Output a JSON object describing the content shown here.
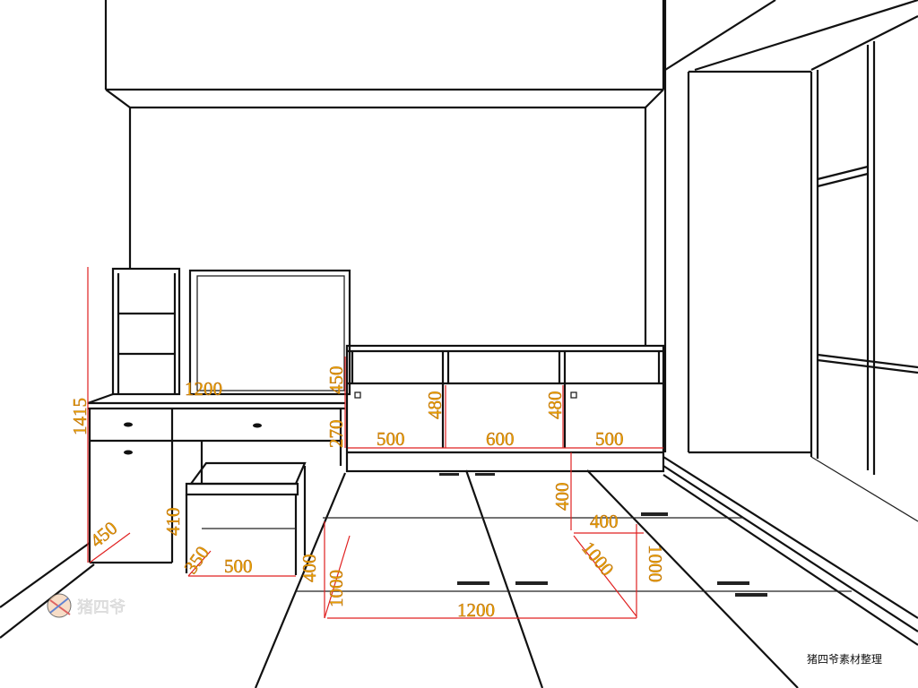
{
  "drawing": {
    "dimensions": {
      "desk_height": "1415",
      "desk_width": "1200",
      "upper_cabinet_height": "450",
      "lower_gap": "270",
      "cabinet_height_1": "480",
      "cabinet_height_2": "480",
      "cabinet_width_left": "500",
      "cabinet_width_middle": "600",
      "cabinet_width_right": "500",
      "desk_depth": "450",
      "stool_height": "410",
      "stool_depth": "350",
      "stool_width": "500",
      "clearance_left": "400",
      "clearance_left_diag": "1000",
      "clearance_right_vert": "400",
      "clearance_right_horiz": "400",
      "clearance_right_diag_a": "1000",
      "clearance_right_diag_b": "1000",
      "floor_width": "1200"
    },
    "accent_color": "#e8a000",
    "dim_line_color": "#e02020"
  },
  "watermark": {
    "caption": "猪四爷素材整理",
    "logo_text": "猪四爷"
  }
}
